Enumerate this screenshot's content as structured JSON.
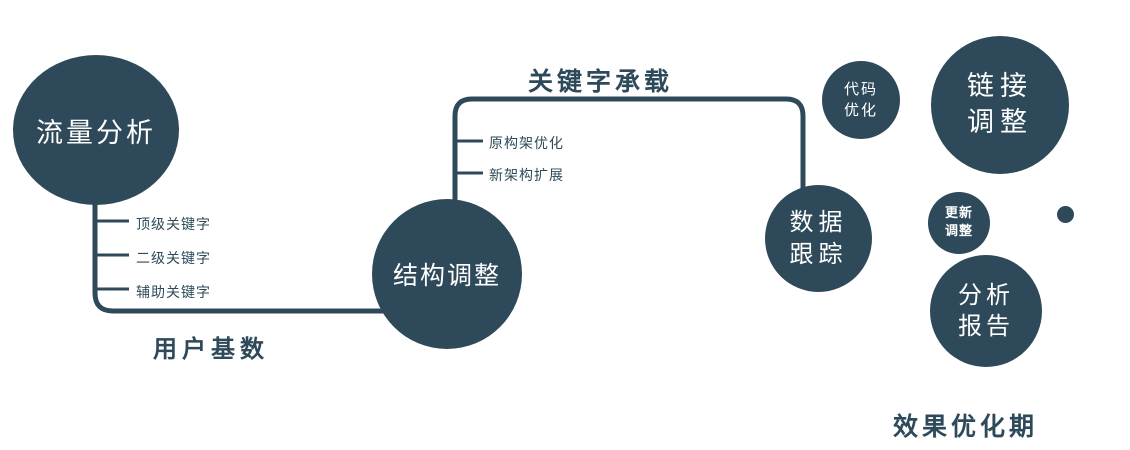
{
  "colors": {
    "accent": "#2e4a5a",
    "node_text": "#ffffff",
    "background": "#ffffff"
  },
  "nodes": {
    "traffic": {
      "label": "流量分析"
    },
    "structure": {
      "label": "结构调整"
    },
    "tracking": {
      "line1": "数据",
      "line2": "跟踪"
    },
    "code": {
      "line1": "代码",
      "line2": "优化"
    },
    "link": {
      "line1": "链接",
      "line2": "调整"
    },
    "update": {
      "line1": "更新",
      "line2": "调整"
    },
    "report": {
      "line1": "分析",
      "line2": "报告"
    }
  },
  "edge_labels": {
    "user_base": "用户基数",
    "keyword_load": "关键字承载"
  },
  "branches": {
    "traffic": [
      "顶级关键字",
      "二级关键字",
      "辅助关键字"
    ],
    "structure": [
      "原构架优化",
      "新架构扩展"
    ]
  },
  "footer": {
    "label": "效果优化期"
  }
}
